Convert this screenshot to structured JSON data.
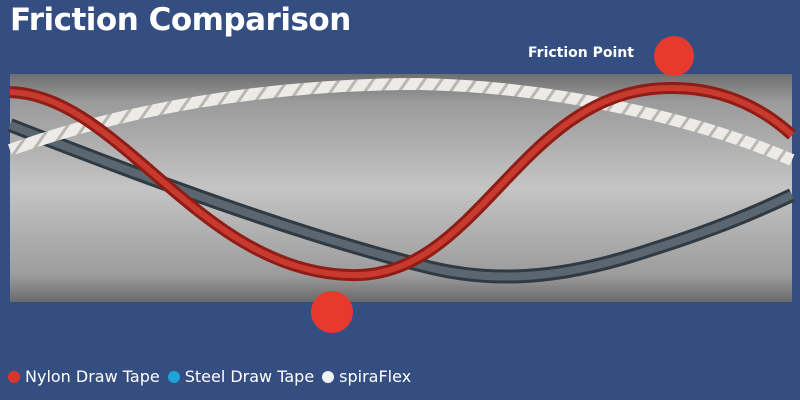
{
  "title": "Friction Comparison",
  "annotation": "Friction Point",
  "legend": [
    {
      "label": "Nylon Draw Tape",
      "color": "#d9352c"
    },
    {
      "label": "Steel Draw Tape",
      "color": "#1ea3d8"
    },
    {
      "label": "spiraFlex",
      "color": "#f2f2f2"
    }
  ],
  "colors": {
    "background": "#344e82",
    "friction_point": "#e8392f",
    "nylon": "#b5281f",
    "steel": "#4a5660",
    "rope": "#e8e6e2"
  }
}
